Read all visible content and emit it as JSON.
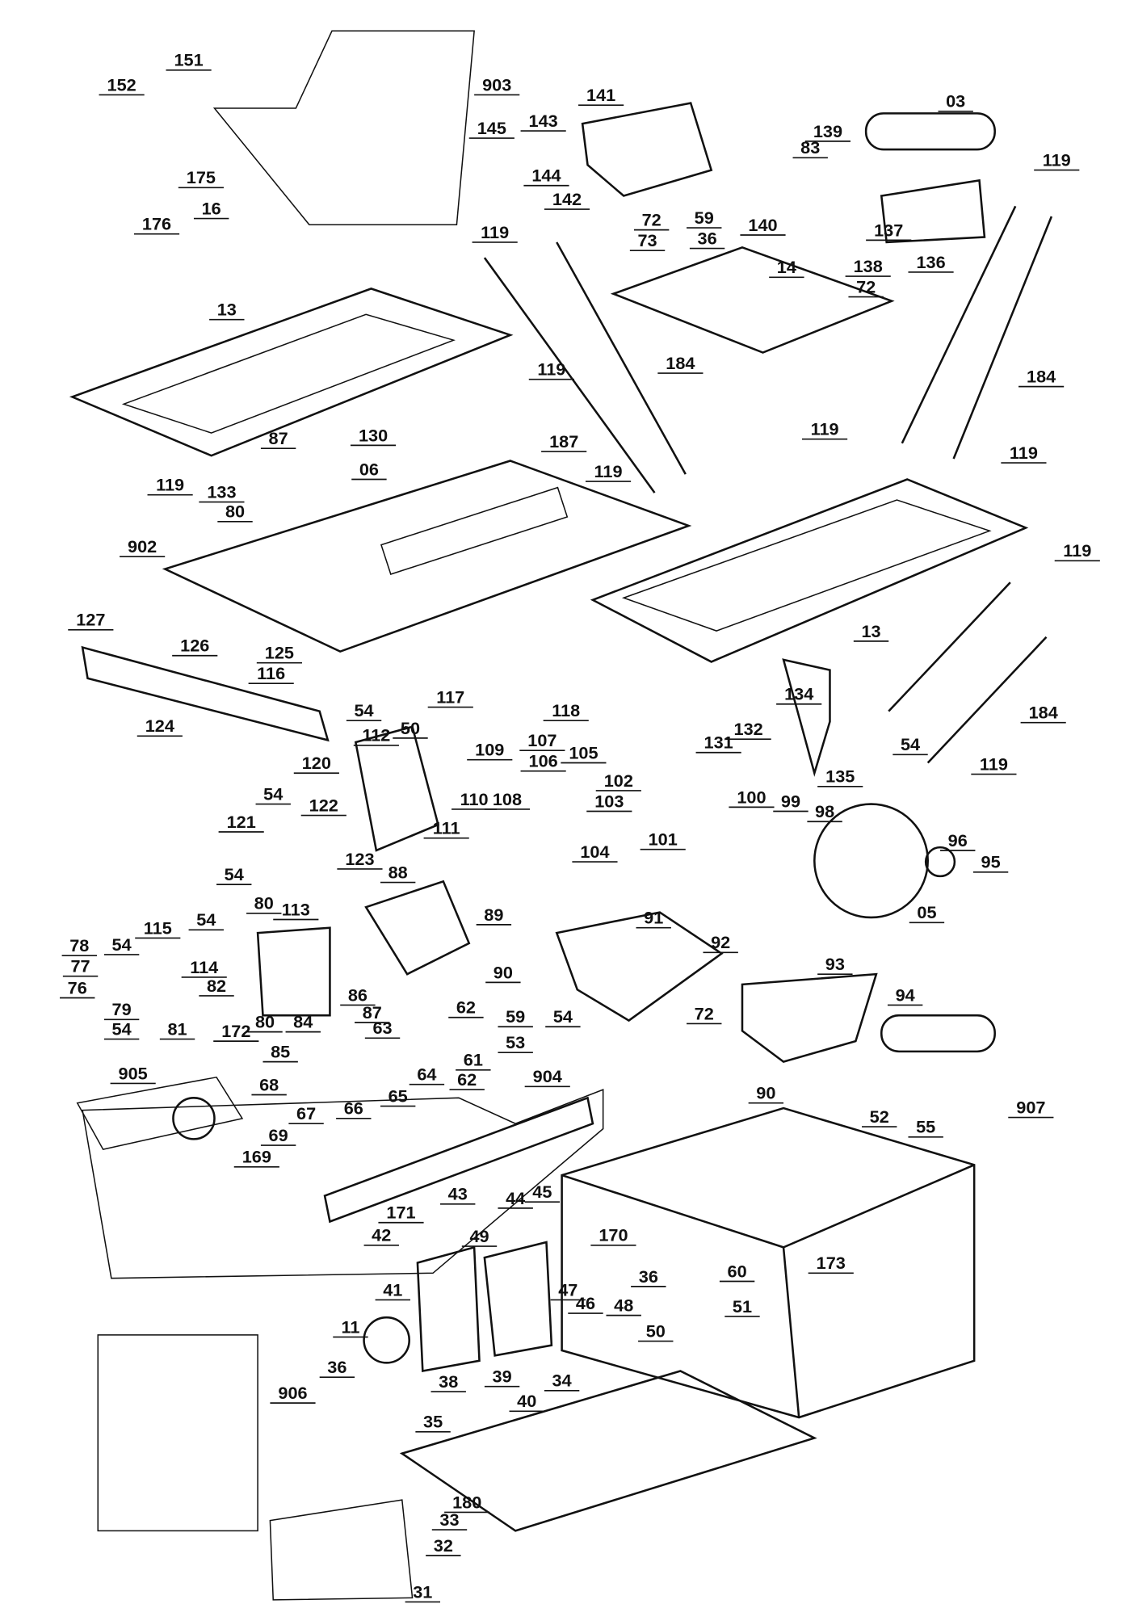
{
  "diagram": {
    "type": "exploded parts diagram",
    "line_color": "#111111",
    "background": "#ffffff",
    "labels": [
      "151",
      "152",
      "175",
      "176",
      "16",
      "903",
      "141",
      "145",
      "143",
      "144",
      "142",
      "72",
      "73",
      "59",
      "36",
      "140",
      "83",
      "139",
      "03",
      "119",
      "137",
      "138",
      "136",
      "72",
      "119",
      "14",
      "184",
      "184",
      "119",
      "13",
      "87",
      "119",
      "133",
      "80",
      "130",
      "06",
      "187",
      "119",
      "119",
      "119",
      "902",
      "119",
      "127",
      "126",
      "125",
      "116",
      "13",
      "54",
      "117",
      "118",
      "124",
      "50",
      "112",
      "120",
      "132",
      "131",
      "134",
      "54",
      "119",
      "135",
      "184",
      "109",
      "107",
      "106",
      "105",
      "102",
      "110",
      "108",
      "111",
      "103",
      "104",
      "101",
      "100",
      "99",
      "98",
      "54",
      "122",
      "121",
      "123",
      "96",
      "95",
      "05",
      "54",
      "80",
      "113",
      "88",
      "89",
      "91",
      "115",
      "54",
      "54",
      "114",
      "92",
      "90",
      "78",
      "77",
      "76",
      "82",
      "86",
      "87",
      "93",
      "79",
      "81",
      "172",
      "80",
      "84",
      "59",
      "54",
      "72",
      "94",
      "54",
      "62",
      "63",
      "53",
      "85",
      "61",
      "64",
      "62",
      "90",
      "905",
      "904",
      "68",
      "66",
      "65",
      "67",
      "69",
      "169",
      "52",
      "55",
      "907",
      "43",
      "44",
      "45",
      "171",
      "170",
      "173",
      "42",
      "49",
      "60",
      "36",
      "41",
      "47",
      "46",
      "48",
      "51",
      "11",
      "50",
      "36",
      "38",
      "39",
      "40",
      "34",
      "906",
      "35",
      "180",
      "33",
      "32",
      "31"
    ]
  }
}
